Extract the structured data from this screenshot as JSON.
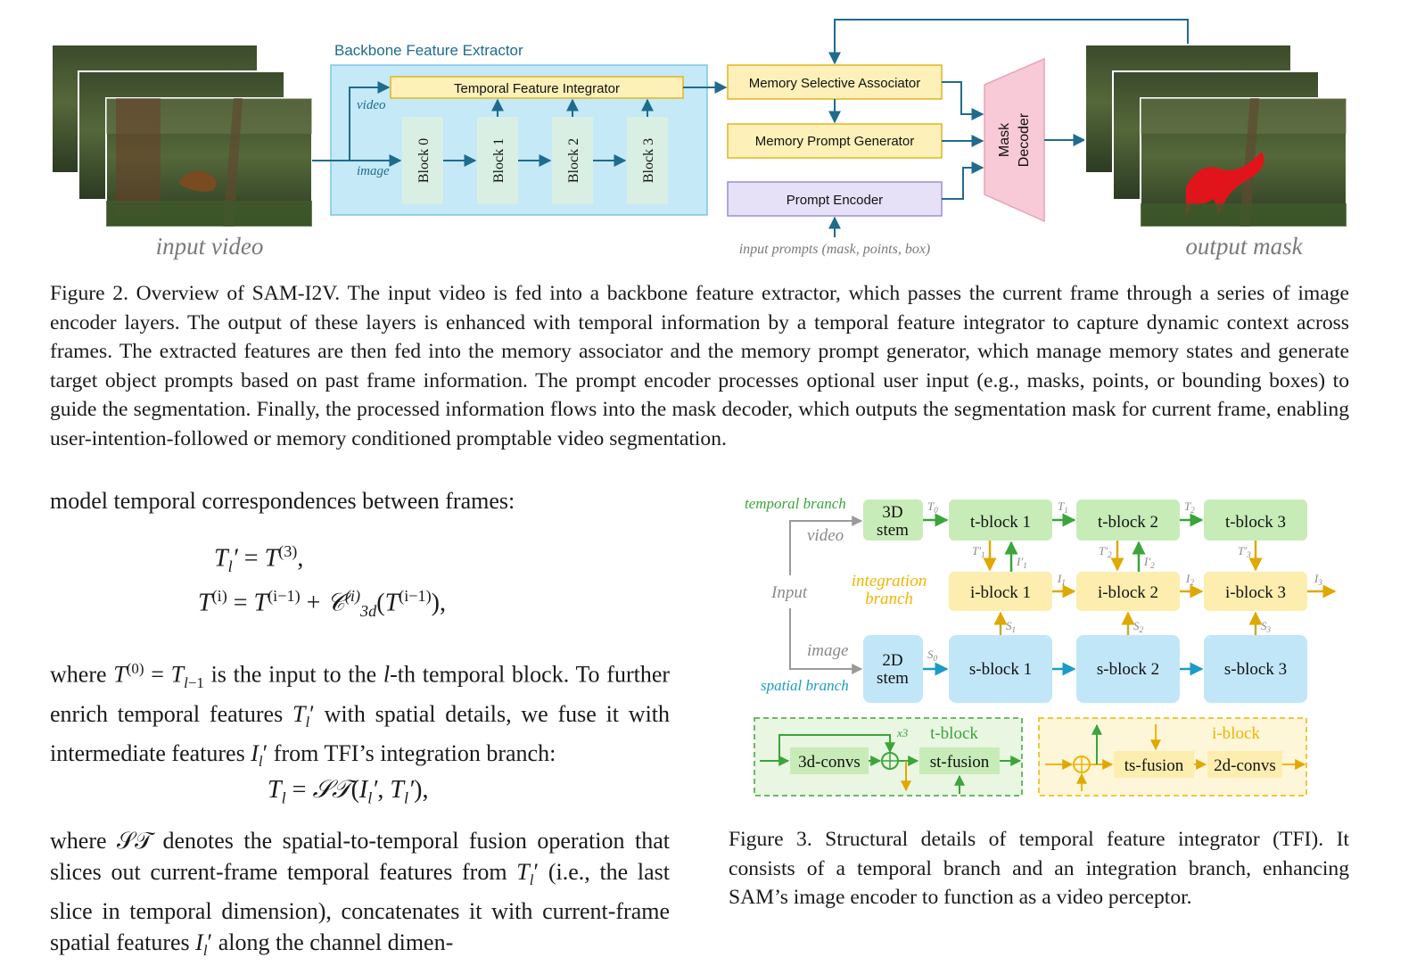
{
  "figure2": {
    "backbone_label": "Backbone Feature Extractor",
    "tfi_label": "Temporal Feature Integrator",
    "video_tag": "video",
    "image_tag": "image",
    "blocks": [
      "Block 0",
      "Block 1",
      "Block 2",
      "Block 3"
    ],
    "memory_selective_associator": "Memory Selective Associator",
    "memory_prompt_generator": "Memory Prompt Generator",
    "prompt_encoder": "Prompt Encoder",
    "mask_decoder_line1": "Mask",
    "mask_decoder_line2": "Decoder",
    "input_prompts": "input prompts (mask, points, box)",
    "input_video_label": "input video",
    "output_mask_label": "output mask",
    "caption": "Figure 2. Overview of SAM-I2V. The input video is fed into a backbone feature extractor, which passes the current frame through a series of image encoder layers. The output of these layers is enhanced with temporal information by a temporal feature integrator to capture dynamic context across frames. The extracted features are then fed into the memory associator and the memory prompt generator, which manage memory states and generate target object prompts based on past frame information.  The prompt encoder processes optional user input (e.g., masks, points, or bounding boxes) to guide the segmentation. Finally, the processed information flows into the mask decoder, which outputs the segmentation mask for current frame, enabling user-intention-followed or memory conditioned promptable video segmentation.",
    "colors": {
      "teal": "#1f6b8e",
      "blue_fill": "#c5e9f7",
      "yellow_fill": "#fdf0b8",
      "yellow_stroke": "#e0b522",
      "purple_fill": "#e6e1f7",
      "purple_stroke": "#9e8ed6",
      "pink_fill": "#f8c9d6"
    }
  },
  "figure3": {
    "temporal_branch": "temporal branch",
    "integration_branch_1": "integration",
    "integration_branch_2": "branch",
    "spatial_branch": "spatial branch",
    "input": "Input",
    "video": "video",
    "image": "image",
    "stem3d_1": "3D",
    "stem3d_2": "stem",
    "stem2d_1": "2D",
    "stem2d_2": "stem",
    "t_blocks": [
      "t-block 1",
      "t-block 2",
      "t-block 3"
    ],
    "i_blocks": [
      "i-block 1",
      "i-block 2",
      "i-block 3"
    ],
    "s_blocks": [
      "s-block 1",
      "s-block 2",
      "s-block 3"
    ],
    "tblock_detail": {
      "title": "t-block",
      "conv": "3d-convs",
      "fusion": "st-fusion",
      "repeat": "x3"
    },
    "iblock_detail": {
      "title": "i-block",
      "fusion": "ts-fusion",
      "conv": "2d-convs"
    },
    "caption": "Figure 3. Structural details of temporal feature integrator (TFI). It consists of a temporal branch and an integration branch, enhancing SAM’s image encoder to function as a video perceptor.",
    "colors": {
      "green": "#3aa53a",
      "green_fill": "#c8ecb8",
      "yellow": "#f2b400",
      "yellow_fill": "#fdeeb0",
      "blue": "#1b9bc7",
      "blue_fill": "#c1e6f8"
    }
  },
  "body": {
    "intro": "model temporal correspondences between frames:",
    "para1_a": "where",
    "para1_b": "is the input to the",
    "para1_c": "-th temporal block. To further enrich temporal features",
    "para1_d": "with spatial details, we fuse it with intermediate features",
    "para1_e": "from TFI’s integration branch:",
    "para2_a": "where",
    "para2_b": "denotes the spatial-to-temporal fusion operation that slices out current-frame temporal features from",
    "para2_c": "(i.e., the last slice in temporal dimension), concatenates it with current-frame spatial features",
    "para2_d": "along the channel dimen-"
  }
}
